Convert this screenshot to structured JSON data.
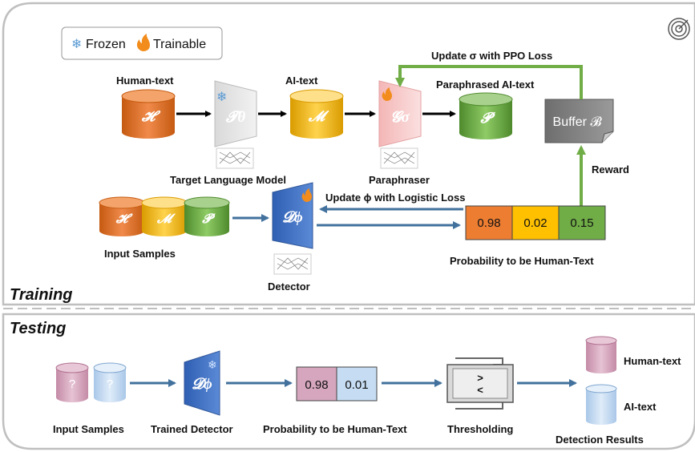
{
  "legend": {
    "frozen": "Frozen",
    "trainable": "Trainable"
  },
  "training": {
    "section_title": "Training",
    "human_text_label": "Human-text",
    "ai_text_label": "AI-text",
    "paraphrased_label": "Paraphrased AI-text",
    "target_model_label": "Target  Language Model",
    "paraphraser_label": "Paraphraser",
    "buffer_label": "Buffer 𝓑",
    "update_sigma_label": "Update σ with PPO Loss",
    "reward_label": "Reward",
    "update_phi_label": "Update ϕ with Logistic Loss",
    "input_samples_label": "Input Samples",
    "detector_label": "Detector",
    "probability_label": "Probability to be Human-Text",
    "probabilities": [
      "0.98",
      "0.02",
      "0.15"
    ],
    "symbols": {
      "H": "𝓗",
      "M": "𝓜",
      "P": "𝓟",
      "T": "𝓣θ",
      "G": "𝓖σ",
      "D": "𝓓ϕ"
    },
    "colors": {
      "human": "#ed7d31",
      "ai": "#ffc000",
      "para": "#70ad47",
      "detector": "#3a6cc0",
      "arrow_green": "#70ad47",
      "arrow_blue": "#41719c"
    }
  },
  "testing": {
    "section_title": "Testing",
    "unknown_symbol": "?",
    "input_samples_label": "Input Samples",
    "trained_detector_label": "Trained Detector",
    "probability_label": "Probability to be Human-Text",
    "probabilities": [
      "0.98",
      "0.01"
    ],
    "thresholding_label": "Thresholding",
    "threshold_symbols": [
      ">",
      "<"
    ],
    "human_text_label": "Human-text",
    "ai_text_label": "AI-text",
    "results_label": "Detection Results",
    "colors": {
      "human": "#d5a6bd",
      "ai": "#c5dcf2"
    }
  }
}
